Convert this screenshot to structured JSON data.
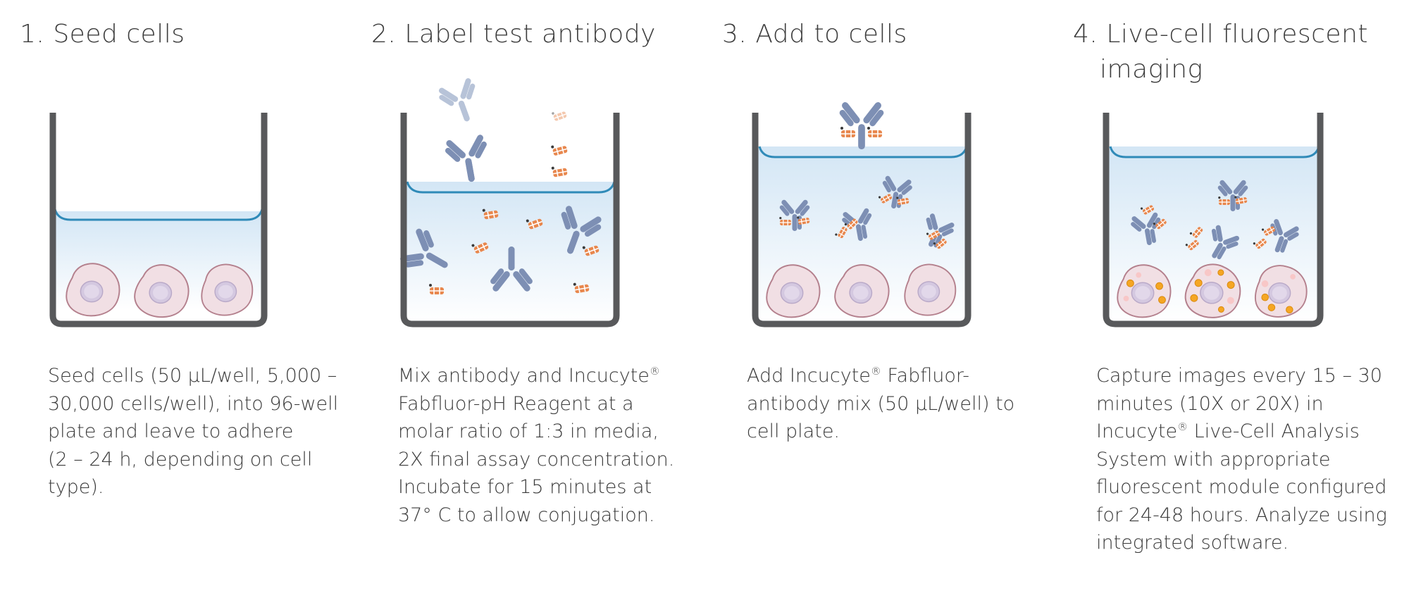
{
  "steps": [
    {
      "number": "1.",
      "title_lines": [
        "Seed cells"
      ],
      "description_lines": [
        "Seed cells (50 µL/well, 5,000 –",
        "30,000 cells/well), into 96-well",
        "plate and leave to adhere",
        "(2 – 24 h, depending on cell",
        "type)."
      ]
    },
    {
      "number": "2.",
      "title_lines": [
        "Label test antibody"
      ],
      "description_lines": [
        "Mix antibody and Incucyte",
        "Fabfluor-pH Reagent at a",
        "molar ratio of 1:3 in media,",
        "2X final assay concentration.",
        "Incubate for 15 minutes at",
        "37° C to allow conjugation."
      ],
      "registered_mark": "®"
    },
    {
      "number": "3.",
      "title_lines": [
        "Add to cells"
      ],
      "description_lines": [
        "Add Incucyte",
        " Fabfluor-",
        "antibody mix (50 µL/well) to",
        "cell plate."
      ],
      "registered_mark": "®"
    },
    {
      "number": "4.",
      "title_lines": [
        "Live-cell fluorescent",
        "imaging"
      ],
      "description_lines": [
        "Capture images every 15 – 30",
        "minutes (10X or 20X) in",
        "Incucyte",
        " Live-Cell Analysis",
        "System with appropriate",
        "fluorescent module configured",
        "for 24-48 hours. Analyze using",
        "integrated software."
      ],
      "registered_mark": "®"
    }
  ],
  "colors": {
    "well_wall": "#58595b",
    "medium_top": "#d3e6f5",
    "medium_bottom": "#ffffff",
    "meniscus": "#2f8ab8",
    "antibody": "#7d8fb4",
    "antibody_faded": "#b7c3d8",
    "fab_reagent": "#e8874d",
    "cell_fill": "#f1dfe4",
    "cell_outline": "#b4808d",
    "nucleus": "#d4c8e0",
    "fluor_dot": "#f5a623"
  }
}
